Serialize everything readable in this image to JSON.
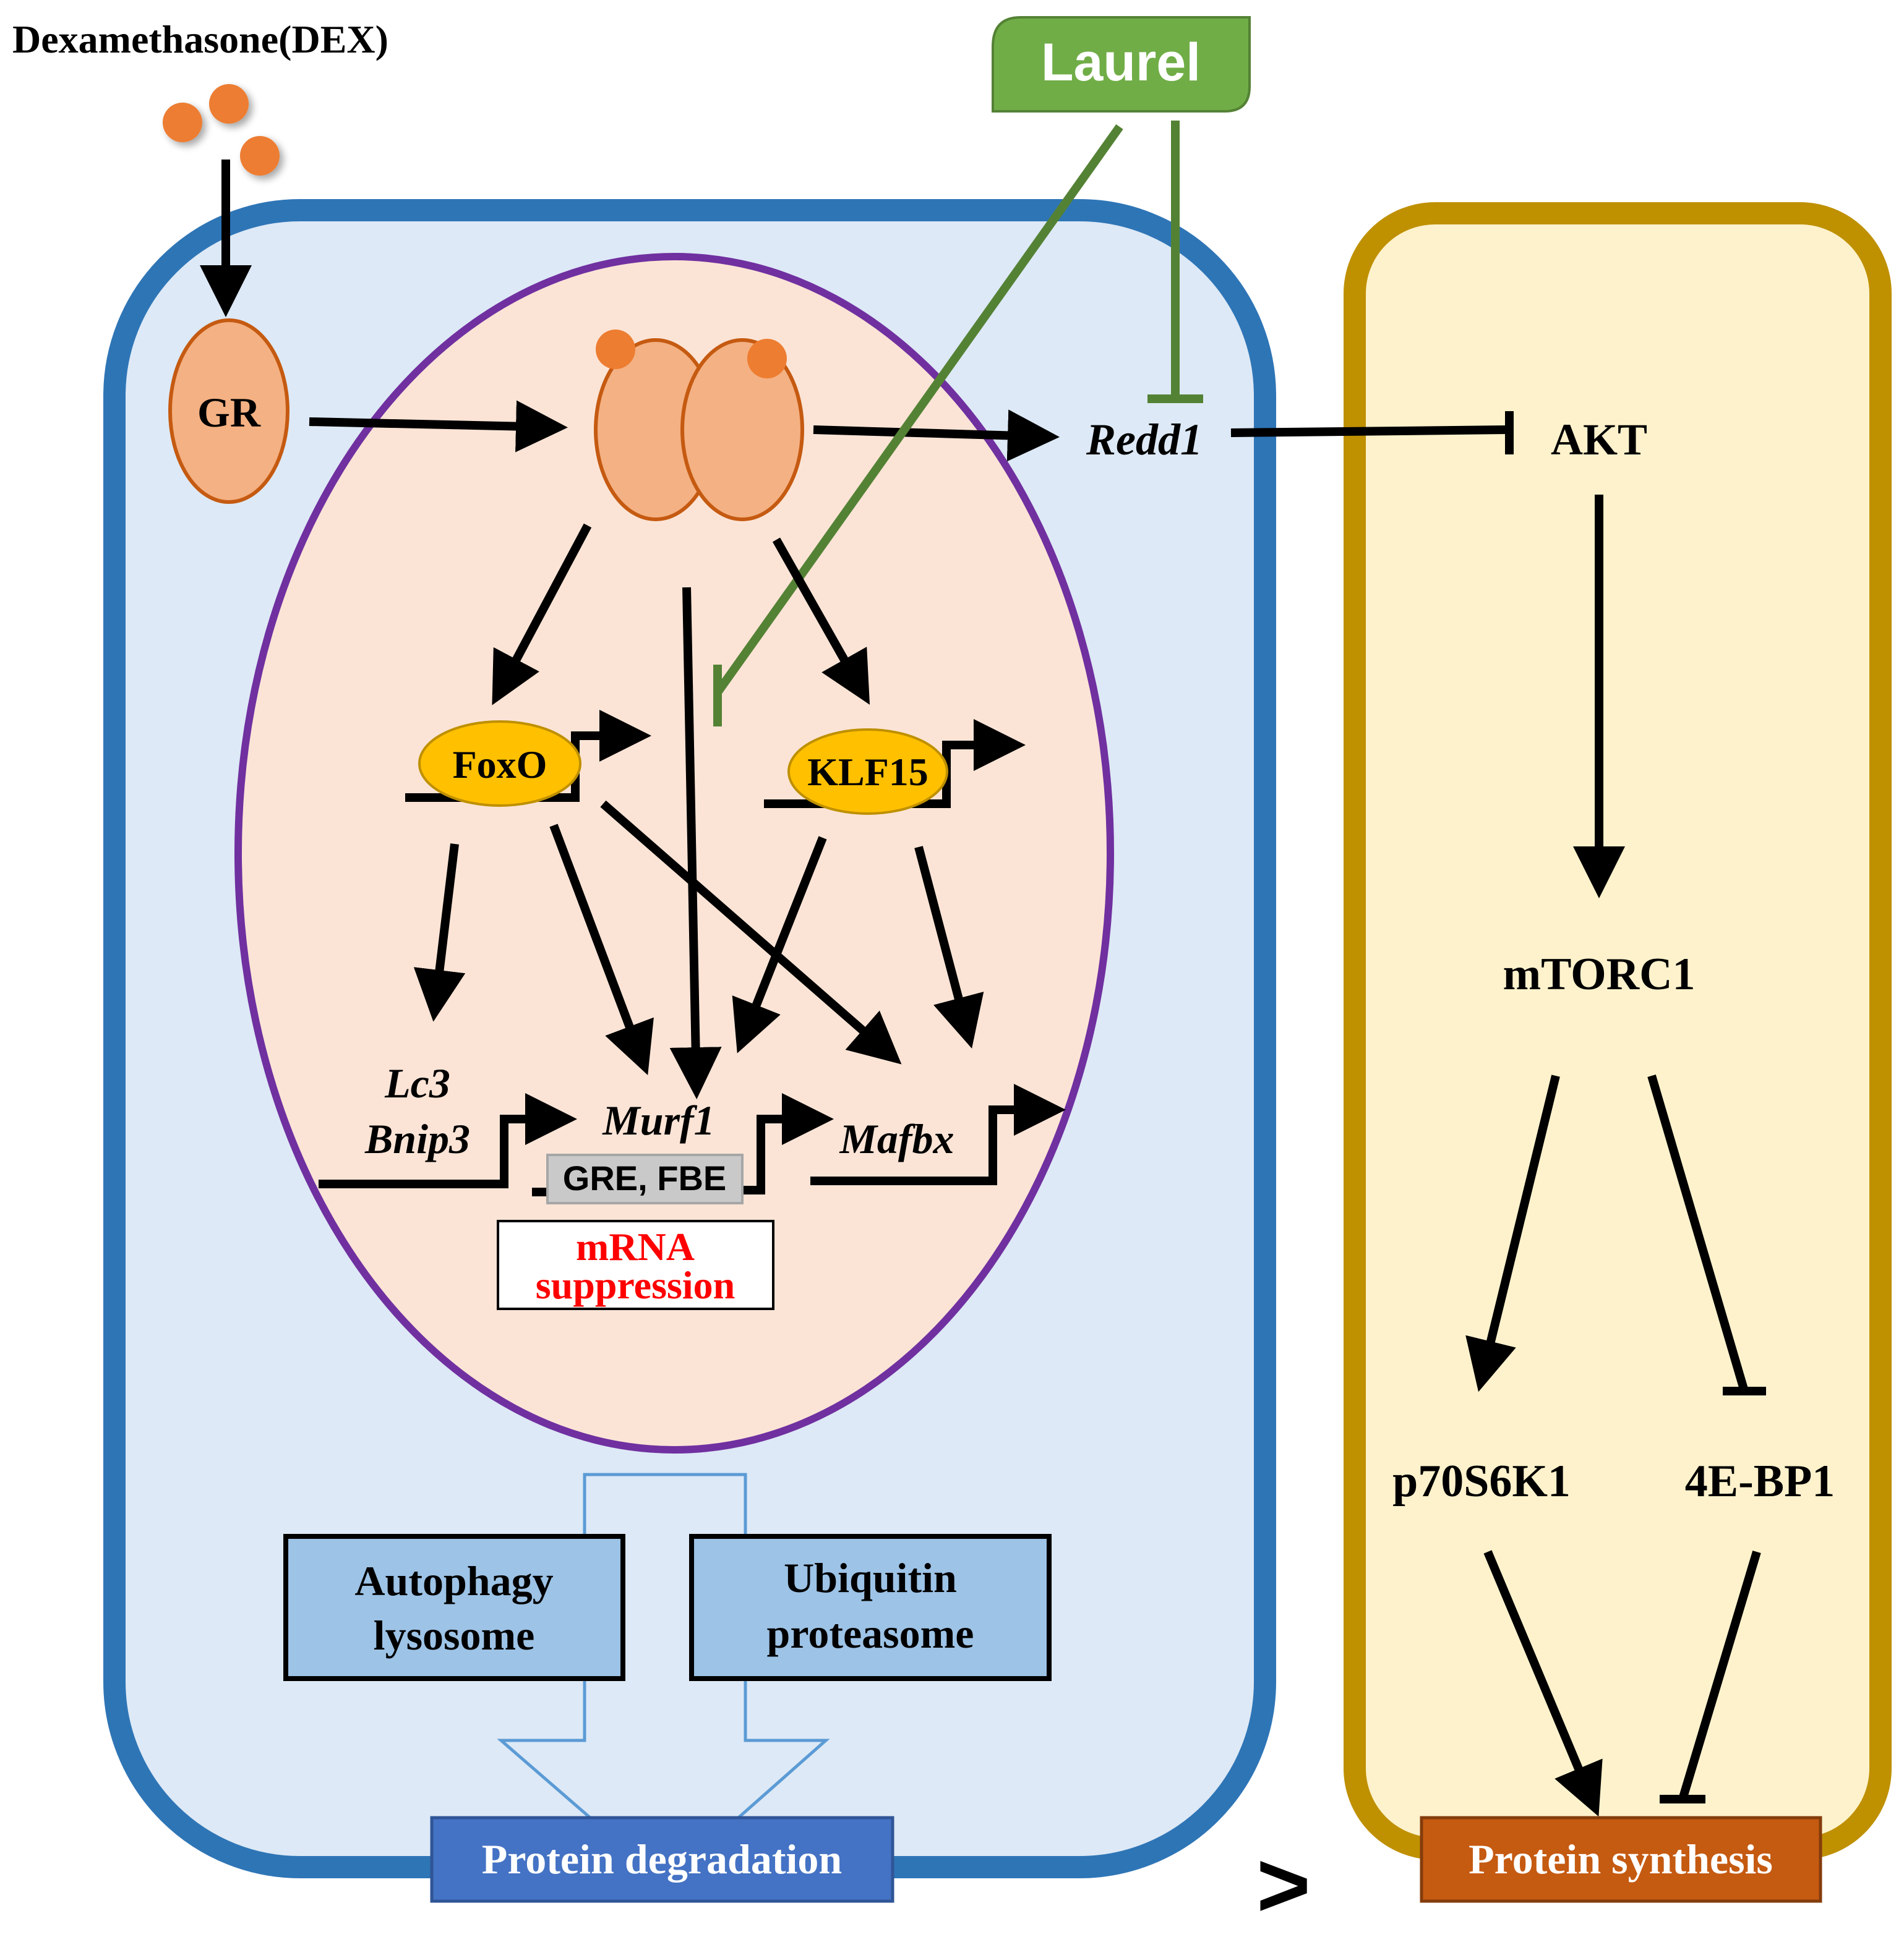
{
  "title": "Dexamethasone(DEX)",
  "laurel_label": "Laurel",
  "nodes": {
    "gr": "GR",
    "redd1": "Redd1",
    "akt": "AKT",
    "mtorc1": "mTORC1",
    "p70s6k1": "p70S6K1",
    "bp1": "4E-BP1",
    "foxo": "FoxO",
    "klf15": "KLF15",
    "lc3": "Lc3",
    "bnip3": "Bnip3",
    "murf1": "Murf1",
    "mafbx": "Mafbx",
    "gre_fbe": "GRE, FBE"
  },
  "mrna_box": {
    "line1": "mRNA",
    "line2": "suppression"
  },
  "pathways": {
    "autophagy_line1": "Autophagy",
    "autophagy_line2": "lysosome",
    "ubiquitin_line1": "Ubiquitin",
    "ubiquitin_line2": "proteasome"
  },
  "outcomes": {
    "degradation": "Protein degradation",
    "synthesis": "Protein synthesis",
    "comparison": ">"
  },
  "colors": {
    "cell_border": "#2e75b6",
    "cell_fill": "#dde9f6",
    "nucleus_border": "#7030a0",
    "nucleus_fill": "#fbe4d6",
    "right_border": "#bf9000",
    "right_fill": "#fef2cc",
    "laurel_green": "#70ad47",
    "laurel_line": "#548235",
    "receptor_fill": "#f4b183",
    "receptor_border": "#c55a11",
    "dex_dot": "#ed7d31",
    "tf_yellow": "#ffc000",
    "pathway_box": "#9dc3e6",
    "degradation_box": "#4472c4",
    "synthesis_box": "#c55a11",
    "mrna_red": "#ff0000"
  }
}
